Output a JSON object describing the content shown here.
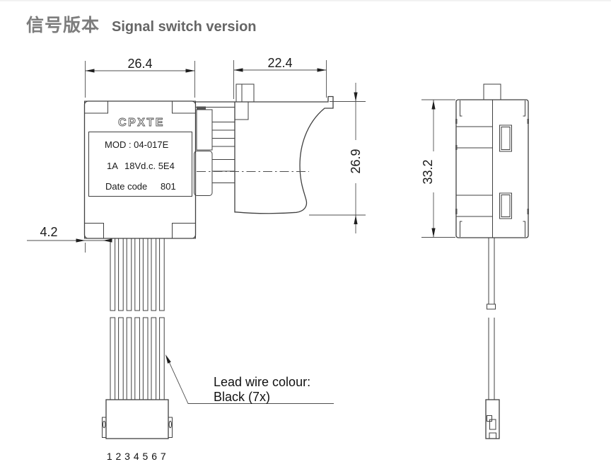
{
  "title": {
    "zh": "信号版本",
    "en": "Signal switch version"
  },
  "dimensions": {
    "front_width": "26.4",
    "trigger_width": "22.4",
    "trigger_height": "26.9",
    "side_height": "33.2",
    "wire_offset": "4.2"
  },
  "label": {
    "brand": "CPXTE",
    "model": "MOD : 04-017E",
    "current": "1A",
    "rating": "18Vd.c. 5E4",
    "date_code_label": "Date code",
    "date_code_value": "801"
  },
  "wire_note": {
    "line1": "Lead wire colour:",
    "line2": "Black (7x)"
  },
  "pins": {
    "numbers": "1 2 3 4 5 6 7"
  },
  "colors": {
    "line": "#404040",
    "dimension": "#4f4f4f",
    "text": "#1a1a1a",
    "title": "#7d7d7d"
  }
}
